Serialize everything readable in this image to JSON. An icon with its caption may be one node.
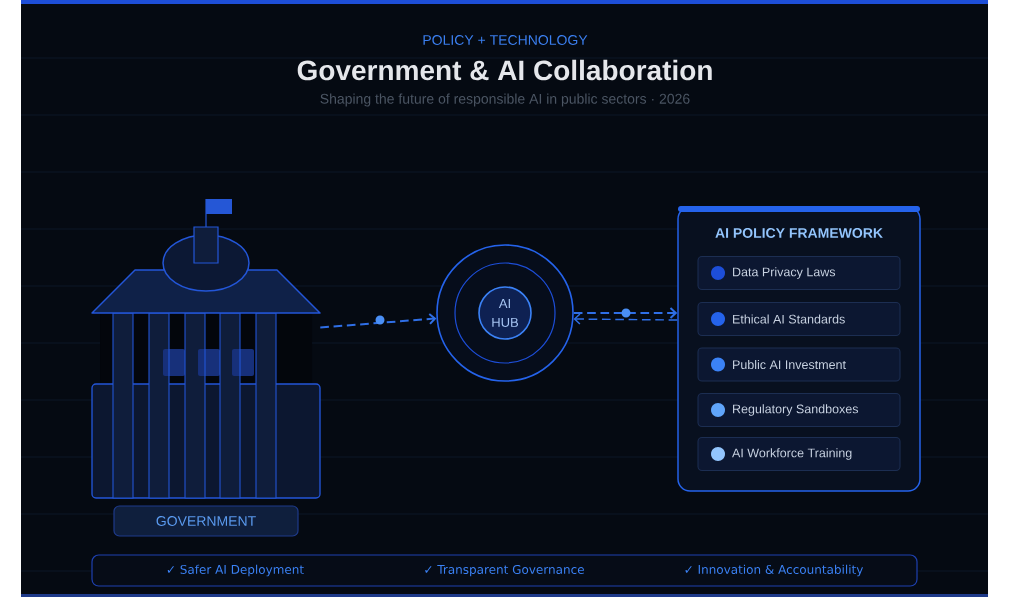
{
  "diagram": {
    "title": "Government & AI Collaboration",
    "nodes": [
      {
        "text": [],
        "shape": "picture"
      },
      {
        "text": [
          "GOVERNMENT"
        ]
      },
      {
        "text": [
          "AI HUB"
        ]
      },
      {
        "text": [
          "AI POLICY FRAMEWORK"
        ]
      },
      {
        "text": [
          "Data Privacy Laws"
        ],
        "in": 3
      },
      {
        "text": [
          "Ethical AI Standards"
        ],
        "in": 3
      },
      {
        "text": [
          "Public AI Investment"
        ],
        "in": 3
      },
      {
        "text": [
          "Regulatory Sandboxes"
        ],
        "in": 3
      },
      {
        "text": [
          "AI Workforce Training"
        ],
        "in": 3
      },
      {
        "text": [
          "✓ Safer AI Deployment",
          "✓ Transparent Governance",
          "✓ Innovation & Accountability"
        ]
      }
    ],
    "edges": [
      {
        "from": 0,
        "to": 2,
        "arrow": "to",
        "style": "dashed"
      },
      {
        "from": 2,
        "to": 3,
        "arrow": "to",
        "style": "dashed"
      },
      {
        "from": 3,
        "to": 2,
        "arrow": "to",
        "style": "dashed"
      }
    ],
    "labels": [
      "POLICY + TECHNOLOGY",
      "Shaping the future of responsible AI in public sectors · 2026"
    ]
  }
}
